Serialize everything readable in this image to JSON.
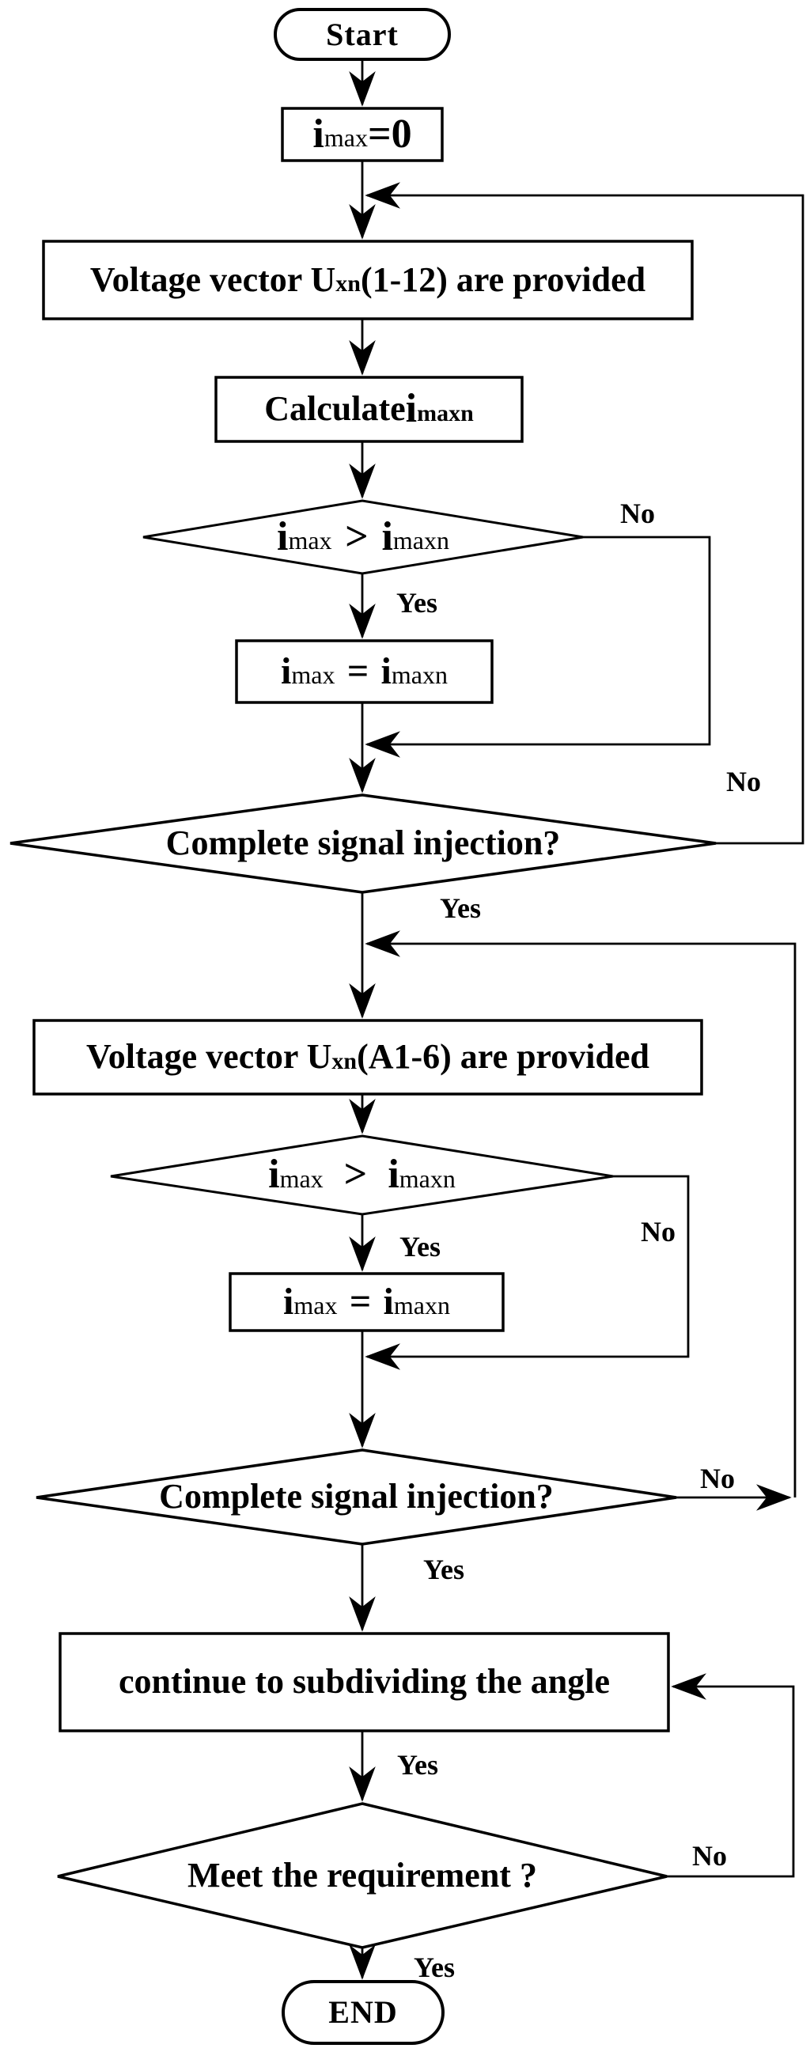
{
  "figure": {
    "type": "flowchart",
    "colors": {
      "stroke": "#000000",
      "background": "#ffffff"
    },
    "terminals": {
      "start": "Start",
      "end": "END"
    },
    "branch_labels": {
      "yes": "Yes",
      "no": "No"
    },
    "nodes": {
      "init": {
        "var": "i",
        "var_sub": "max",
        "suffix": "=0"
      },
      "provide_1_12": {
        "prefix": "Voltage vector U",
        "sub": "xn",
        "suffix": " (1-12) are provided"
      },
      "calculate": {
        "prefix": "Calculate ",
        "var": "i",
        "var_sub": "maxn"
      },
      "compare": {
        "left_var": "i",
        "left_sub": "max",
        "operator": ">",
        "right_var": "i",
        "right_sub": "maxn"
      },
      "assign": {
        "left_var": "i",
        "left_sub": "max",
        "operator": "=",
        "right_var": "i",
        "right_sub": "maxn"
      },
      "complete_injection": "Complete signal injection?",
      "provide_a1_6": {
        "prefix": "Voltage vector U",
        "sub": "xn",
        "suffix": " (A1-6) are provided"
      },
      "subdivide": "continue to subdividing the angle",
      "meet_requirement": "Meet the requirement ?"
    }
  }
}
